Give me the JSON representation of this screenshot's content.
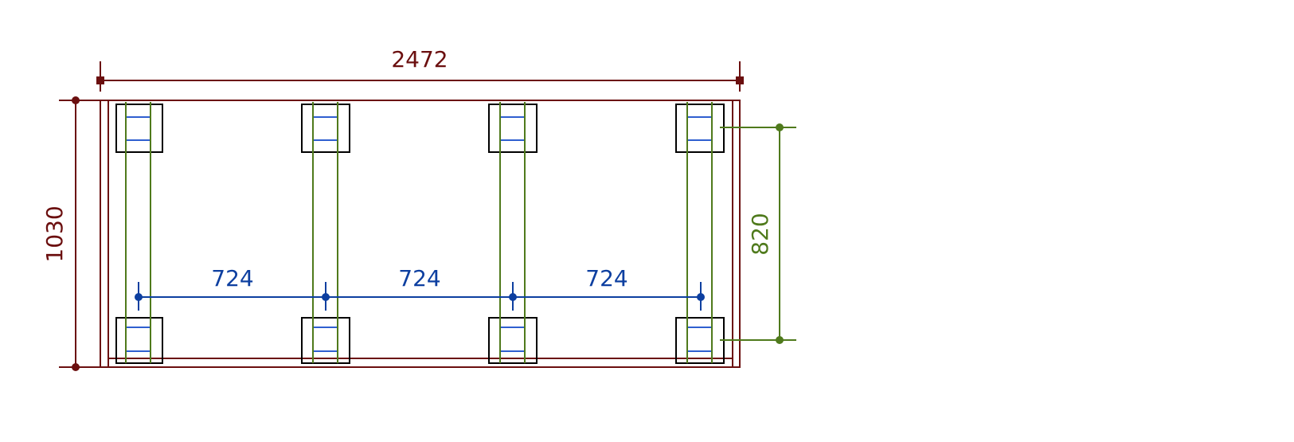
{
  "colors": {
    "background": "#ffffff",
    "frame": "#6b0f0f",
    "beam": "#4f7a1c",
    "spacing": "#0d3fa0",
    "footing": "#000000",
    "shim": "#2f5fd0"
  },
  "dimensions": {
    "overall_width": "2472",
    "overall_depth": "1030",
    "beam_spacing": "820",
    "post_spacing": [
      "724",
      "724",
      "724"
    ]
  }
}
